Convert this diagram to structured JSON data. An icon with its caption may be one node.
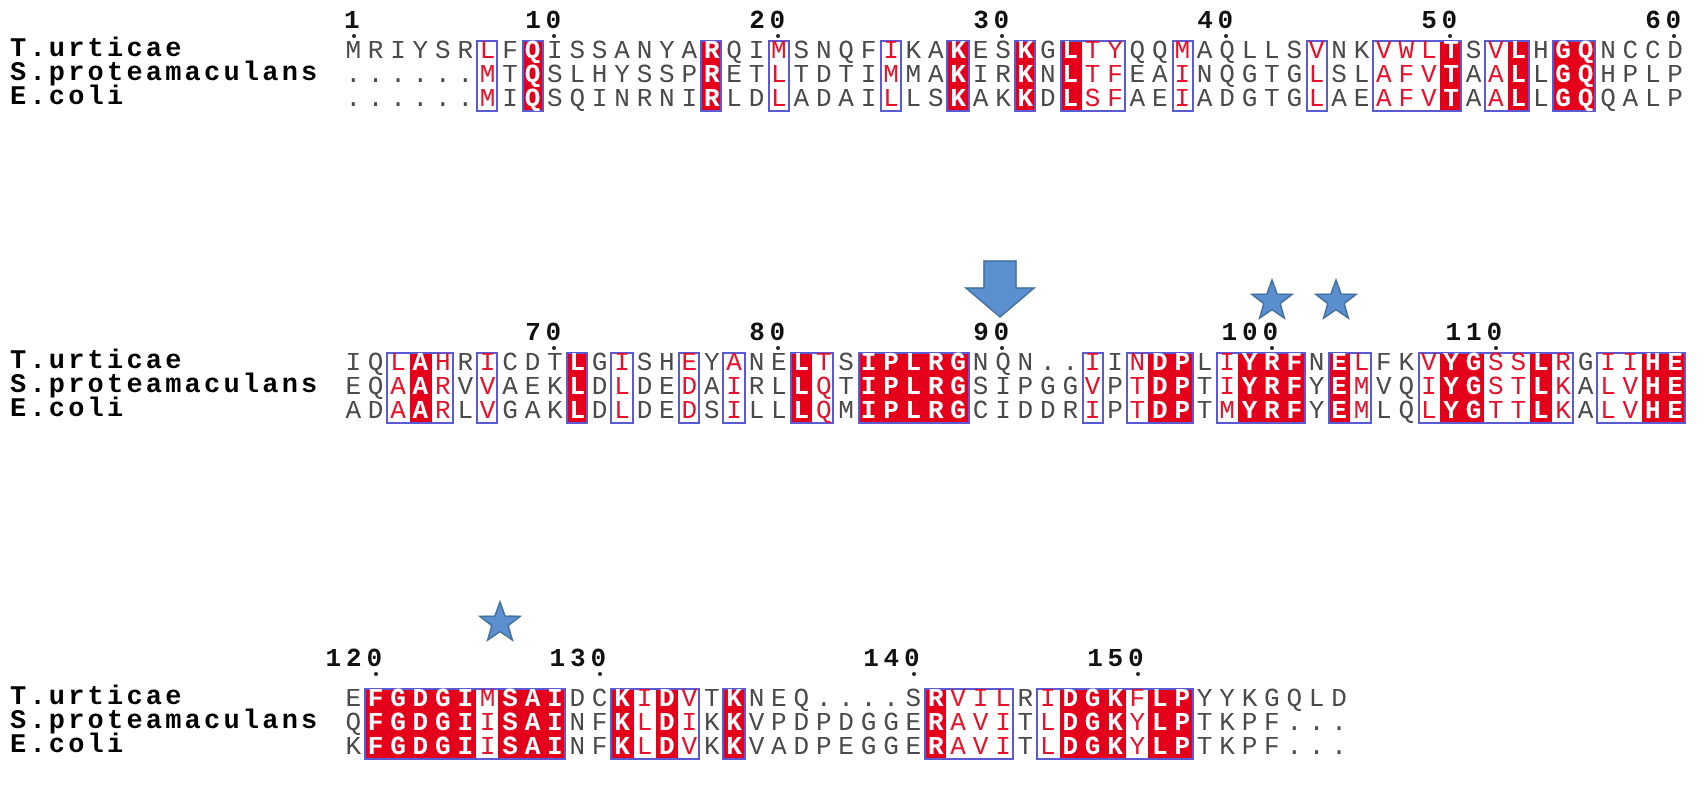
{
  "diagram": {
    "labels": [
      "1",
      "10",
      "20",
      "30",
      "40",
      "50",
      "60",
      "T.urticae",
      "MRIYSRLFQISSANYARQIMSNQFIKAKESKGLTYQQMAQLLSVNKVWLTSVLHGQNCCD",
      "S.proteamaculans",
      "......MTQSLHYSSPRETLTDTIMMAKIRKNLTFEAINQGTGLSLAFVTAALLGQHPLP",
      "E.coli",
      "......MIQSQINRNIRLDLADAILLSKAKKDLSFAEIADGTGLAEAFVTAALLGQQALP",
      "70",
      "80",
      "90",
      "100",
      "110",
      "T.urticae",
      "IQLAHRICDTLGISHEYANELTSIPLRGNQN..IINDPLIYRFNELFKVYGSSLRGIIHE",
      "S.proteamaculans",
      "EQAARVVAEKLDLDEDAIRLLQTIPLRGSIPGGVPTDPTIYRFYEMVQIYGSTLKALVHE",
      "E.coli",
      "ADAARLVGAKLDLDEDSILLLQMIPLRGCIDDRIPTDPTMYRFYEMLQLYGTTLKALVHE",
      "120",
      "130",
      "140",
      "150",
      "T.urticae",
      "EFGDGIMSAIDCKIDVTKNEQ....SRVILRIDGKFLPYYKGQLD",
      "S.proteamaculans",
      "QFGDGIISAINFKLDIKKVPDPDGGERAVITLDGKYLPTKPF...",
      "E.coli",
      "KFGDGIISAINFKLDVKKVADPEGGERAVITLDGKYLPTKPF..."
    ]
  }
}
